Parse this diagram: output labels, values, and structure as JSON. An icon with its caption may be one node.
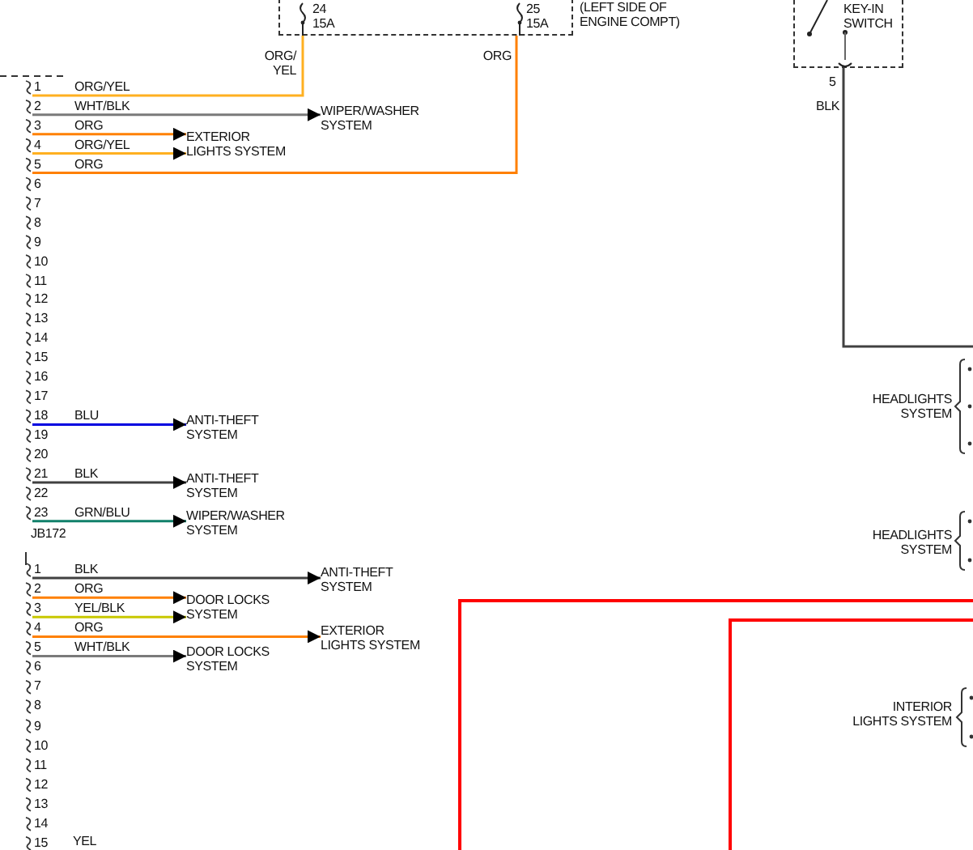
{
  "diagram": {
    "nodes": [
      {
        "text": [],
        "shape": "box",
        "beside": [
          "(LEFT SIDE OF ENGINE COMPT)"
        ]
      },
      {
        "text": [
          "24",
          "15A"
        ],
        "in": 0
      },
      {
        "text": [
          "25",
          "15A"
        ],
        "in": 0
      },
      {
        "text": [
          "KEY-IN SWITCH"
        ],
        "beside": [
          "5"
        ]
      },
      {
        "text": [],
        "shape": "box",
        "beside": [
          "1",
          "2",
          "3",
          "4",
          "5",
          "6",
          "7",
          "8",
          "9",
          "10",
          "11",
          "12",
          "13",
          "14",
          "15",
          "16",
          "17",
          "18",
          "19",
          "20",
          "21",
          "22",
          "23",
          "JB172"
        ]
      },
      {
        "text": [
          "WIPER/WASHER SYSTEM"
        ]
      },
      {
        "text": [
          "EXTERIOR LIGHTS SYSTEM"
        ]
      },
      {
        "text": [
          "ANTI-THEFT SYSTEM"
        ]
      },
      {
        "text": [
          "ANTI-THEFT SYSTEM"
        ]
      },
      {
        "text": [
          "WIPER/WASHER SYSTEM"
        ]
      },
      {
        "text": [],
        "shape": "box",
        "beside": [
          "1",
          "2",
          "3",
          "4",
          "5",
          "6",
          "7",
          "8",
          "9",
          "10",
          "11",
          "12",
          "13",
          "14",
          "15"
        ]
      },
      {
        "text": [
          "ANTI-THEFT SYSTEM"
        ]
      },
      {
        "text": [
          "DOOR LOCKS SYSTEM"
        ]
      },
      {
        "text": [
          "EXTERIOR LIGHTS SYSTEM"
        ]
      },
      {
        "text": [
          "DOOR LOCKS SYSTEM"
        ]
      },
      {
        "text": [
          "HEADLIGHTS SYSTEM"
        ]
      },
      {
        "text": [
          "HEADLIGHTS SYSTEM"
        ]
      },
      {
        "text": [],
        "shape": "box"
      },
      {
        "text": [],
        "shape": "box",
        "in": 17
      },
      {
        "text": [
          "INTERIOR LIGHTS SYSTEM"
        ],
        "in": 18
      }
    ],
    "edges": [
      {
        "from": 1,
        "to": 4,
        "arrow": "none",
        "label": "ORG/YEL",
        "color": "#ffb020"
      },
      {
        "from": 2,
        "to": 4,
        "arrow": "none",
        "label": "ORG",
        "color": "#ff8000"
      },
      {
        "from": 4,
        "to": 5,
        "arrow": "to",
        "label": "WHT/BLK",
        "color": "#7a7a7a"
      },
      {
        "from": 4,
        "to": 6,
        "arrow": "to",
        "label": "ORG",
        "color": "#ff8000"
      },
      {
        "from": 4,
        "to": 6,
        "arrow": "to",
        "label": "ORG/YEL",
        "color": "#ffb020"
      },
      {
        "from": 4,
        "to": 7,
        "arrow": "to",
        "label": "BLU",
        "color": "#0000e0"
      },
      {
        "from": 4,
        "to": 8,
        "arrow": "to",
        "label": "BLK",
        "color": "#404040"
      },
      {
        "from": 4,
        "to": 9,
        "arrow": "to",
        "label": "GRN/BLU",
        "color": "#10806a"
      },
      {
        "from": 10,
        "to": 11,
        "arrow": "to",
        "label": "BLK",
        "color": "#404040"
      },
      {
        "from": 10,
        "to": 12,
        "arrow": "to",
        "label": "ORG",
        "color": "#ff8000"
      },
      {
        "from": 10,
        "to": 12,
        "arrow": "to",
        "label": "YEL/BLK",
        "color": "#c8c800"
      },
      {
        "from": 10,
        "to": 13,
        "arrow": "to",
        "label": "ORG",
        "color": "#ff8000"
      },
      {
        "from": 10,
        "to": 14,
        "arrow": "to",
        "label": "WHT/BLK",
        "color": "#7a7a7a"
      },
      {
        "from": 3,
        "to": null,
        "arrow": "none",
        "label": "BLK",
        "color": "#404040"
      }
    ],
    "labels": [
      "ORG/ YEL",
      "ORG",
      "YEL"
    ]
  }
}
